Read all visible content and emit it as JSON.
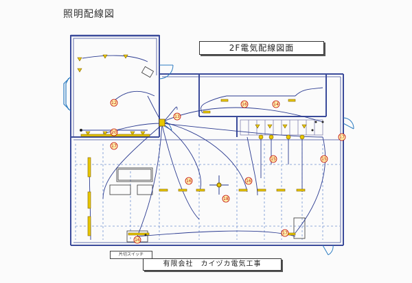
{
  "title": "照明配線図",
  "drawing_title": "2F電気配線図面",
  "company": "有限会社　カイヅカ電気工事",
  "switch_label": "片切スイッチ",
  "circuit_labels": [
    "⑫",
    "⑬",
    "⑭",
    "⑮",
    "⑯",
    "⑰",
    "⑳"
  ],
  "colors": {
    "wall": "#3a4a9a",
    "wire": "#2a3a90",
    "fixture": "#e8c800",
    "label": "#c00000",
    "door": "#2a7ac0",
    "stairs": "#8080b0"
  }
}
